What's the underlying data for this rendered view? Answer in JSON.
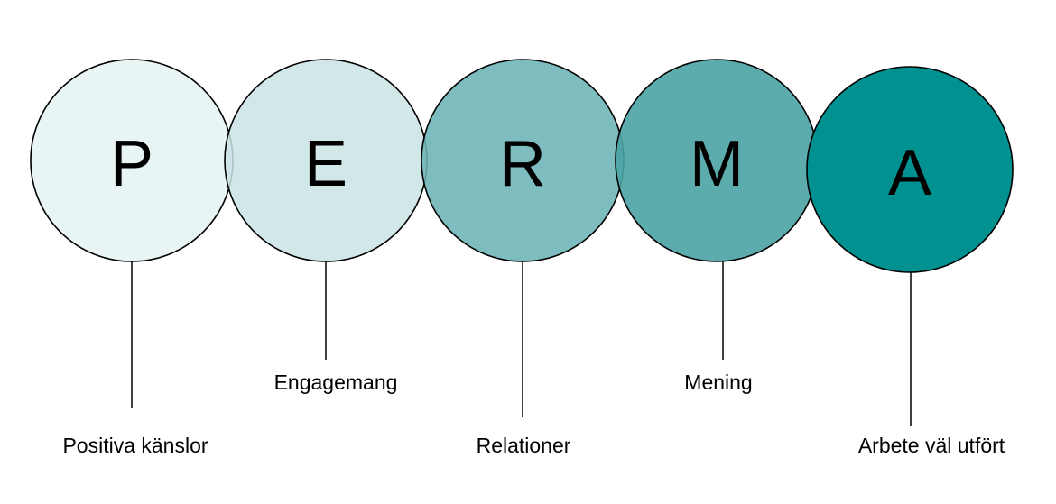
{
  "diagram": {
    "elements": [
      {
        "letter": "P",
        "caption": "Positiva känslor",
        "fill": "#e7f3f3"
      },
      {
        "letter": "E",
        "caption": "Engagemang",
        "fill": "#c9e3e4"
      },
      {
        "letter": "R",
        "caption": "Relationer",
        "fill": "#6cb4b6"
      },
      {
        "letter": "M",
        "caption": "Mening",
        "fill": "#4ba3a4"
      },
      {
        "letter": "A",
        "caption": "Arbete väl utfört",
        "fill": "#009190"
      }
    ],
    "stroke_color": "#000000"
  }
}
